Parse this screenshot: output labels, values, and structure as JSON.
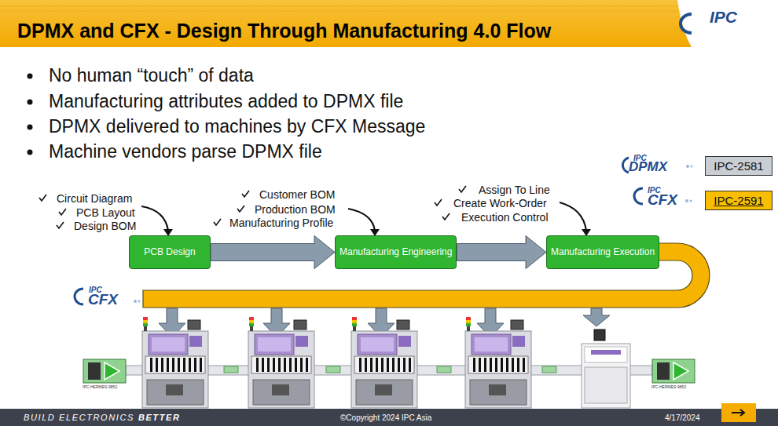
{
  "diagram": {
    "title": "DPMX and CFX -  Design Through Manufacturing 4.0 Flow",
    "nodes": [
      {
        "text": [
          "PCB Design"
        ]
      },
      {
        "text": [
          "Manufacturing Engineering"
        ]
      },
      {
        "text": [
          "Manufacturing Execution"
        ]
      },
      {
        "text": [
          "IPC-2581"
        ]
      },
      {
        "text": [
          "IPC-2591"
        ]
      }
    ],
    "edges": [
      {
        "from": 0,
        "to": 1,
        "arrow": "to"
      },
      {
        "from": 1,
        "to": 2,
        "arrow": "to"
      }
    ],
    "labels": [
      "IPC",
      "No human “touch” of data",
      "Manufacturing attributes added to DPMX file",
      "DPMX delivered to machines by CFX Message",
      "Machine vendors parse DPMX file",
      "IPC",
      "DPMX",
      "IPC",
      "CFX",
      "Circuit Diagram",
      "PCB Layout",
      "Design BOM",
      "Customer BOM",
      "Production BOM",
      "Manufacturing Profile",
      "Assign To Line",
      "Create Work-Order",
      "Execution Control",
      "IPC",
      "CFX",
      "IPC-HERMES-9852",
      "IPC-HERMES-9852",
      "BUILD ELECTRONICS",
      "BETTER",
      "©Copyright 2024 IPC Asia",
      "4/17/2024"
    ]
  }
}
